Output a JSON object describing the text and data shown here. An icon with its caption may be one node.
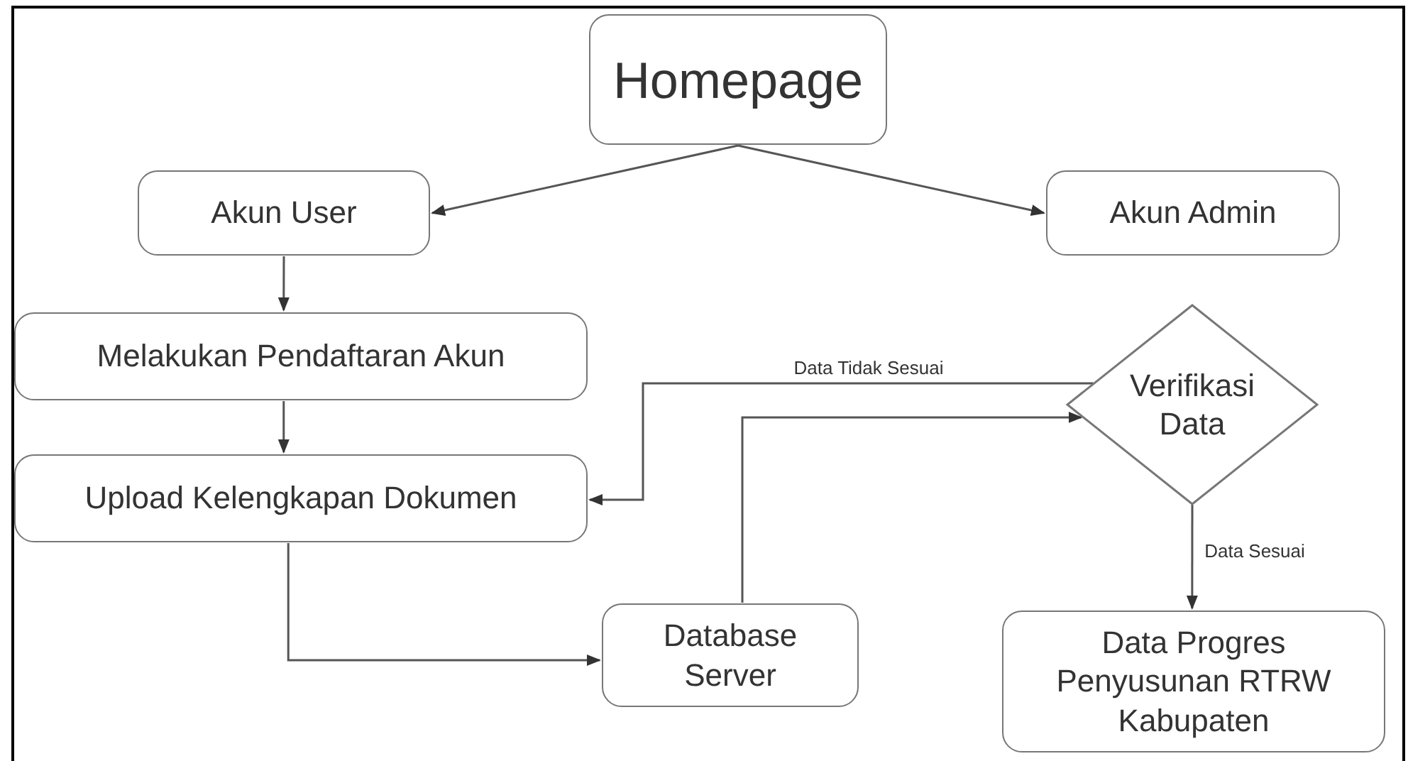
{
  "diagram": {
    "nodes": [
      {
        "text": [
          "Homepage"
        ]
      },
      {
        "text": [
          "Akun User"
        ]
      },
      {
        "text": [
          "Akun Admin"
        ]
      },
      {
        "text": [
          "Melakukan Pendaftaran Akun"
        ]
      },
      {
        "text": [
          "Upload Kelengkapan Dokumen"
        ]
      },
      {
        "text": [
          "Verifikasi Data"
        ]
      },
      {
        "text": [
          "Database Server"
        ]
      },
      {
        "text": [
          "Data Progres Penyusunan RTRW Kabupaten"
        ]
      }
    ],
    "edges": [
      {
        "from": 0,
        "to": 1,
        "arrow": "to"
      },
      {
        "from": 0,
        "to": 2,
        "arrow": "to"
      },
      {
        "from": 1,
        "to": 3,
        "arrow": "to"
      },
      {
        "from": 3,
        "to": 4,
        "arrow": "to"
      },
      {
        "from": 5,
        "to": 4,
        "arrow": "to",
        "label": "Data Tidak Sesuai"
      },
      {
        "from": 6,
        "to": 5,
        "arrow": "to"
      },
      {
        "from": 4,
        "to": 6,
        "arrow": "to"
      },
      {
        "from": 5,
        "to": 7,
        "arrow": "to",
        "label": "Data Sesuai"
      }
    ]
  }
}
